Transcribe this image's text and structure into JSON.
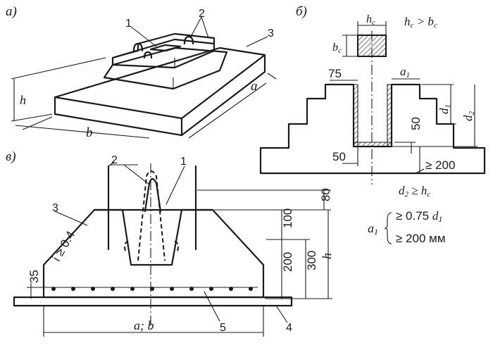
{
  "panels": {
    "a": {
      "label": "а)"
    },
    "b": {
      "label": "б)"
    },
    "v": {
      "label": "в)"
    }
  },
  "panel_a": {
    "callout_1": "1",
    "callout_2": "2",
    "callout_3": "3",
    "dim_h": "h",
    "dim_a": "a",
    "dim_b": "b"
  },
  "panel_b": {
    "dim_hc": "h",
    "dim_hc_sub": "c",
    "dim_bc": "b",
    "dim_bc_sub": "c",
    "condition_h": "h",
    "condition_h_sub": "c",
    "condition_op": " > ",
    "condition_b": "b",
    "condition_b_sub": "c",
    "dim_75": "75",
    "dim_a1": "a",
    "dim_a1_sub": "1",
    "dim_d1": "d",
    "dim_d1_sub": "1",
    "dim_d2": "d",
    "dim_d2_sub": "2",
    "dim_50_vertical": "50",
    "dim_50_horizontal": "50",
    "dim_ge200": "≥ 200",
    "condition_d2": "d",
    "condition_d2_sub": "2",
    "condition_d2_op": " ≥ ",
    "condition_d2_h": "h",
    "condition_d2_h_sub": "c"
  },
  "panel_v": {
    "callout_1": "1",
    "callout_2": "2",
    "callout_3": "3",
    "callout_4": "4",
    "callout_5": "5",
    "slope": "i ≥ 0.4",
    "dim_80": "80",
    "dim_100": "100",
    "dim_200": "200",
    "dim_300": "300",
    "dim_35": "35",
    "dim_h": "h",
    "dim_ab": "a; b"
  },
  "a1_rule": {
    "symbol": "a",
    "symbol_sub": "1",
    "line1_prefix": "≥ 0.75 ",
    "line1_var": "d",
    "line1_sub": "1",
    "line2": "≥ 200 мм"
  }
}
